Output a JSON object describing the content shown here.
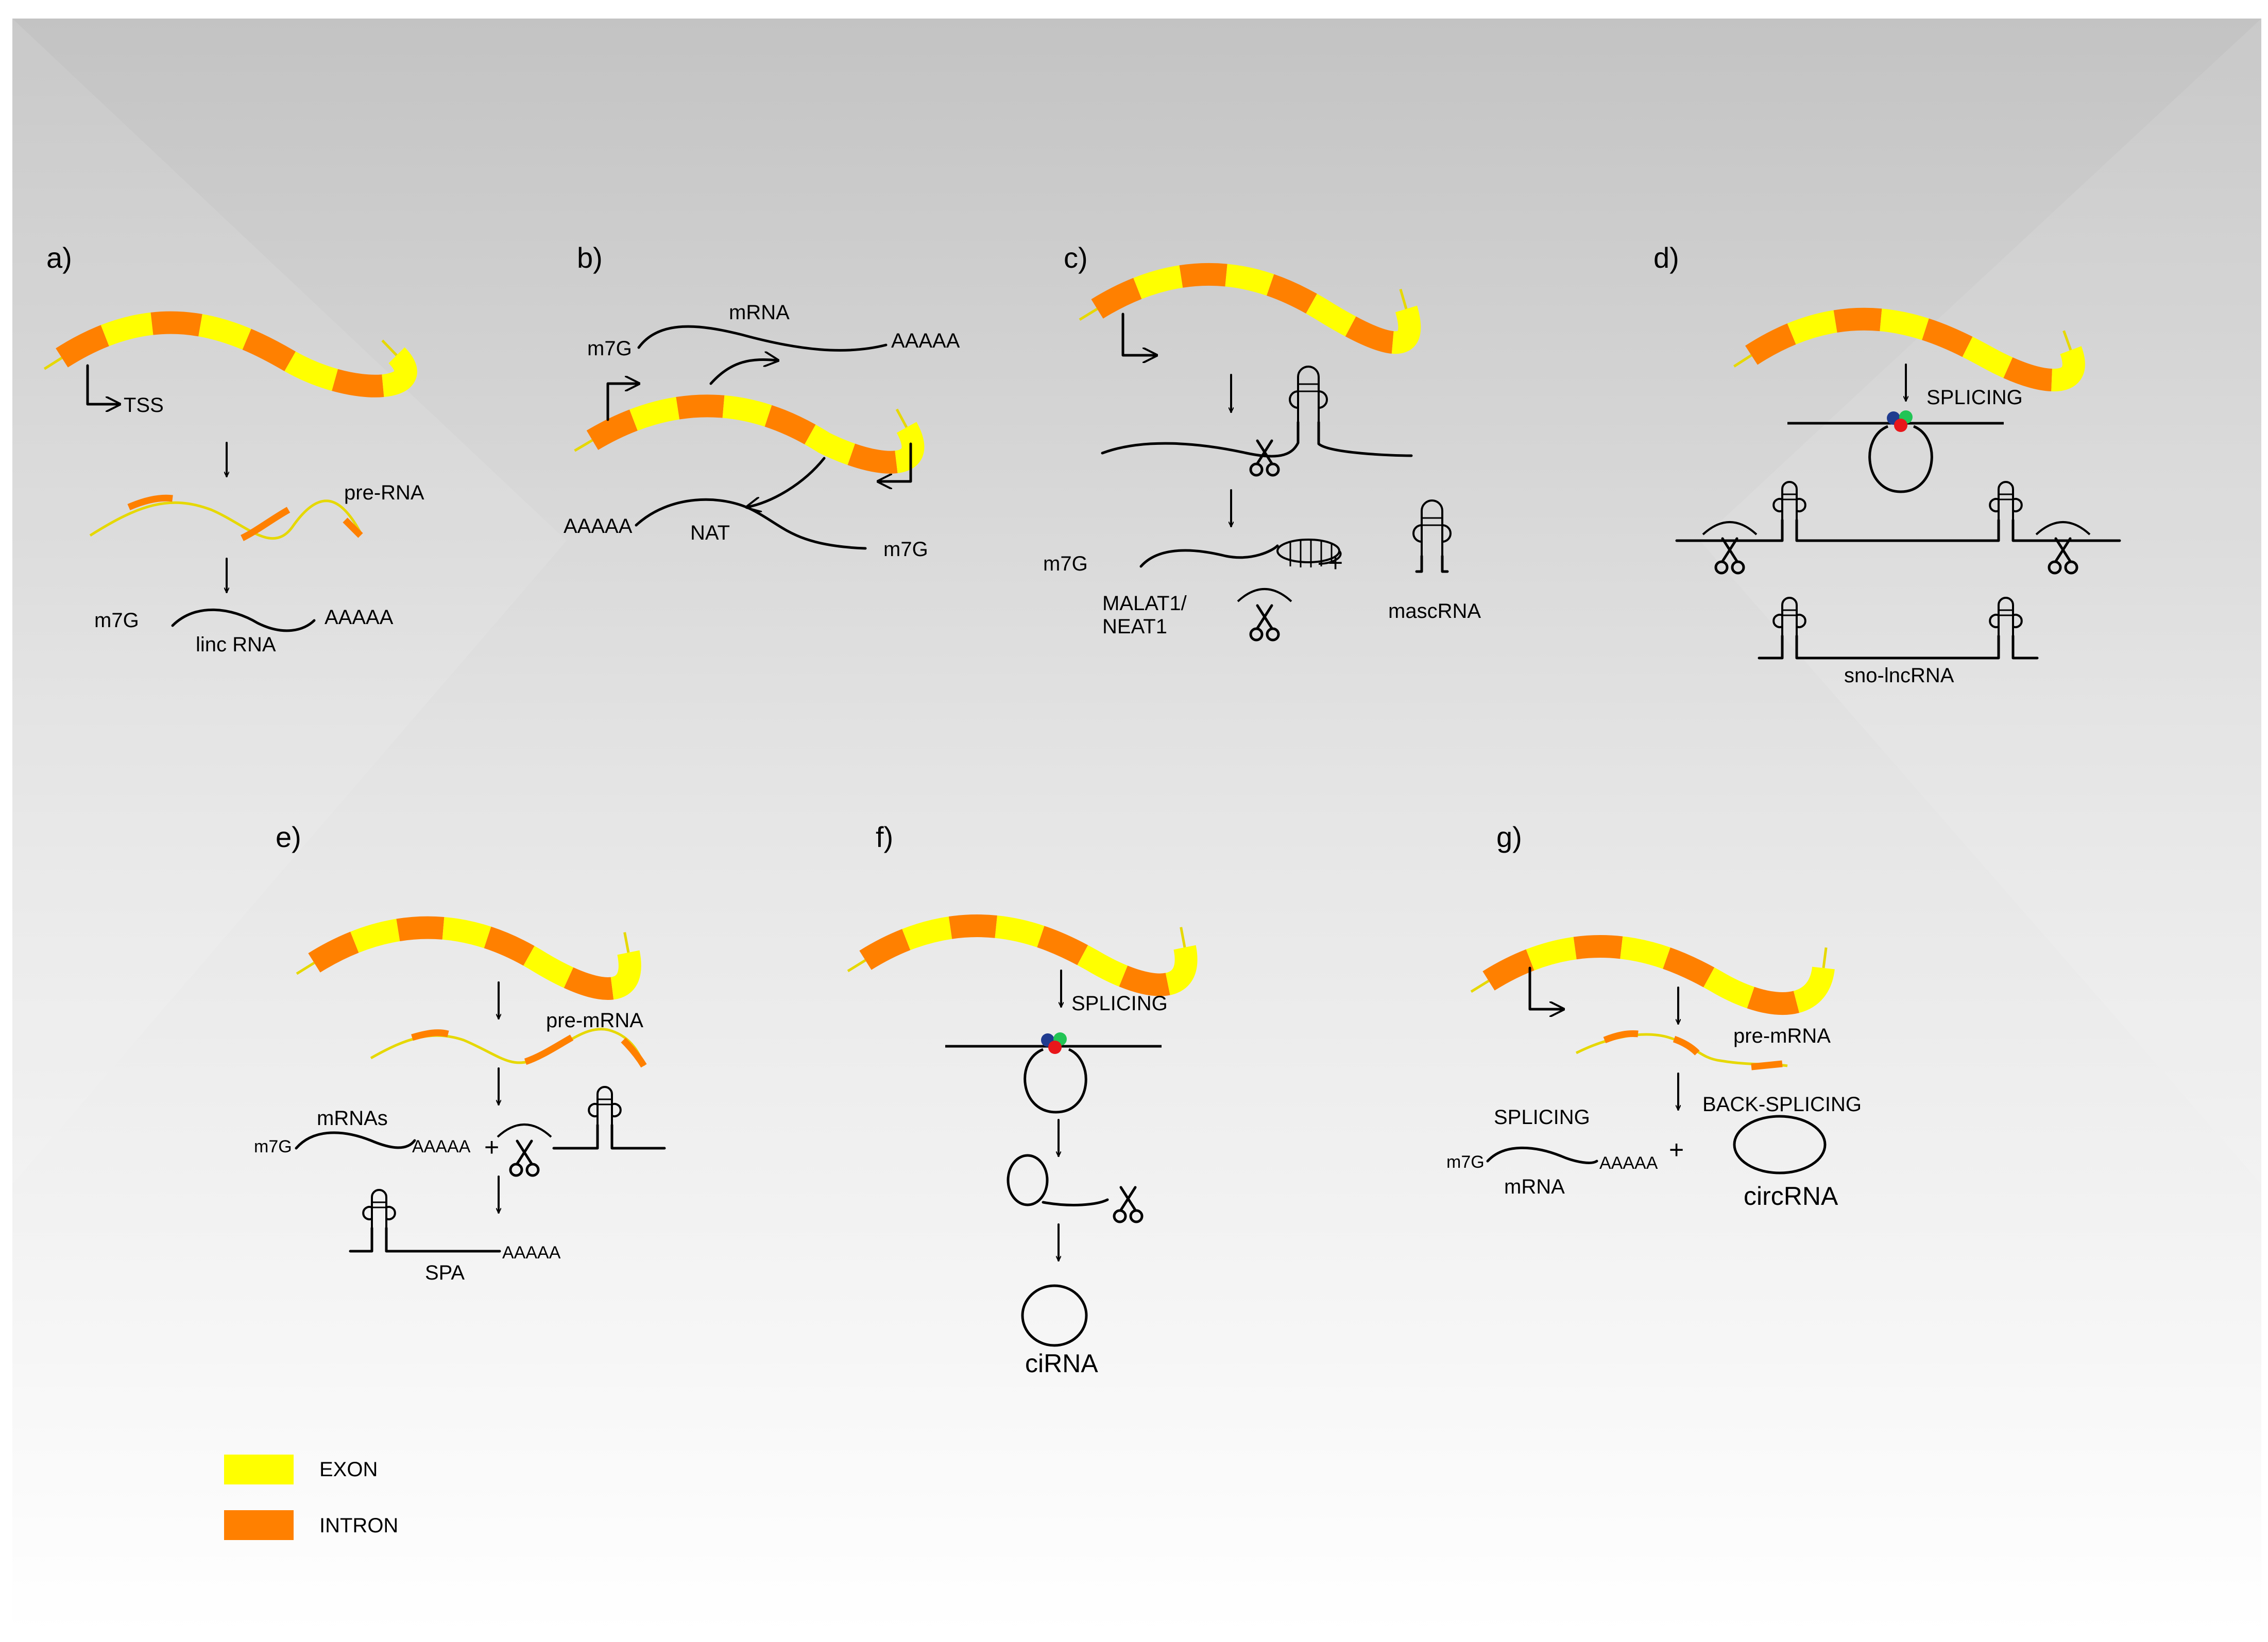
{
  "colors": {
    "exon": "#FFFF00",
    "intron": "#FF8000",
    "tail": "#E6D800",
    "background_top": "#C3C3C3",
    "background_bottom": "#FFFFFF",
    "spliceosome": [
      "#1F3B8F",
      "#22C455",
      "#E8161A"
    ]
  },
  "icons": [
    "scissors-icon",
    "arrow-icon",
    "stem-loop-icon",
    "spliceosome-icon"
  ],
  "panels": {
    "a": {
      "label": "a)",
      "tss": "TSS",
      "pre_rna": "pre-RNA",
      "cap": "m7G",
      "tail": "AAAAA",
      "product": "linc RNA"
    },
    "b": {
      "label": "b)",
      "mrna": "mRNA",
      "cap_top": "m7G",
      "tail_top": "AAAAA",
      "tail_bottom": "AAAAA",
      "nat": "NAT",
      "cap_bottom": "m7G"
    },
    "c": {
      "label": "c)",
      "cap": "m7G",
      "malat_line1": "MALAT1/",
      "malat_line2": "NEAT1",
      "plus": "+",
      "mascrna": "mascRNA"
    },
    "d": {
      "label": "d)",
      "splicing": "SPLICING",
      "sno": "sno-lncRNA"
    },
    "e": {
      "label": "e)",
      "pre_mrna": "pre-mRNA",
      "mrnas": "mRNAs",
      "cap": "m7G",
      "tail": "AAAAA",
      "plus": "+",
      "tail2": "AAAAA",
      "spa": "SPA"
    },
    "f": {
      "label": "f)",
      "splicing": "SPLICING",
      "product": "ciRNA"
    },
    "g": {
      "label": "g)",
      "pre_mrna": "pre-mRNA",
      "splicing": "SPLICING",
      "back_splicing": "BACK-SPLICING",
      "cap": "m7G",
      "tail": "AAAAA",
      "mrna": "mRNA",
      "plus": "+",
      "circrna": "circRNA"
    }
  },
  "legend": {
    "exon": "EXON",
    "intron": "INTRON"
  }
}
